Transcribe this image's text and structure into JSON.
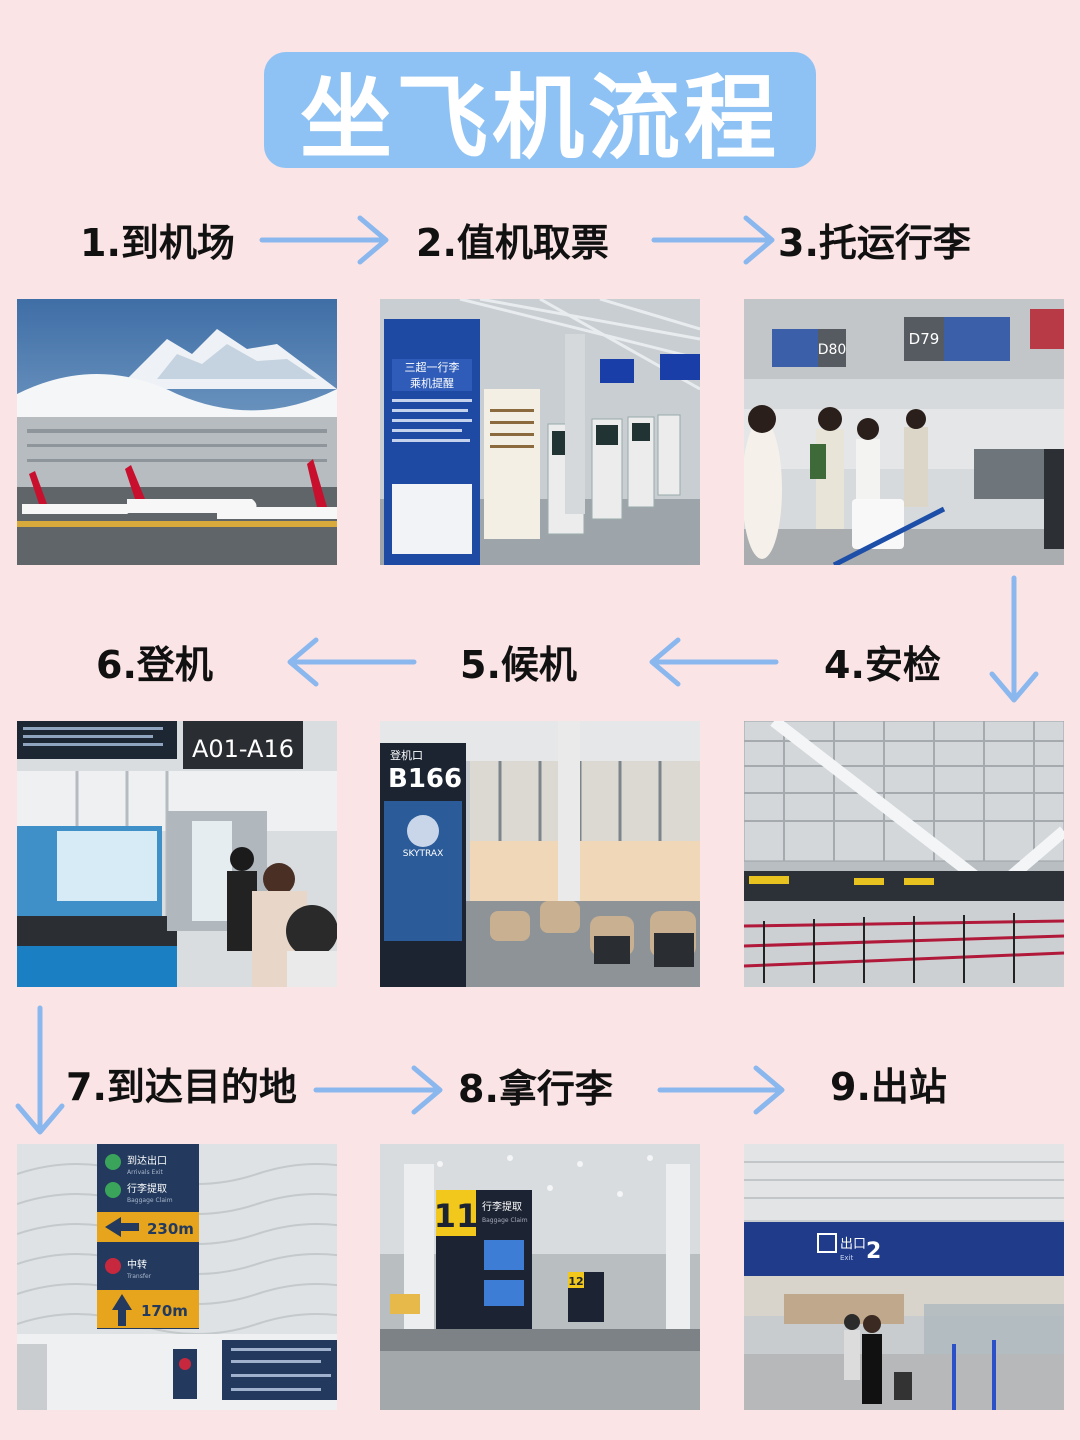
{
  "title": "坐飞机流程",
  "colors": {
    "background": "#fbe4e6",
    "title_box": "#8ec2f4",
    "arrow": "#8ab8ee"
  },
  "steps": [
    {
      "label": "1.到机场"
    },
    {
      "label": "2.值机取票"
    },
    {
      "label": "3.托运行李"
    },
    {
      "label": "4.安检"
    },
    {
      "label": "5.候机"
    },
    {
      "label": "6.登机"
    },
    {
      "label": "7.到达目的地"
    },
    {
      "label": "8.拿行李"
    },
    {
      "label": "9.出站"
    }
  ],
  "photo_signs": {
    "checkin_notice": "三超一行李",
    "checkin_notice_sub": "乘机提醒",
    "checkin_counter_left": "D80",
    "checkin_counter_right": "D79",
    "boarding_gate_range": "A01-A16",
    "waiting_gate_label": "登机口",
    "waiting_gate": "B166",
    "waiting_ad": "SKYTRAX",
    "arrival_exit": "到达出口",
    "arrival_exit_en": "Arrivals Exit",
    "arrival_baggage": "行李提取",
    "arrival_baggage_en": "Baggage Claim",
    "arrival_distance_1": "230m",
    "arrival_transfer": "中转",
    "arrival_transfer_en": "Transfer",
    "arrival_distance_2": "170m",
    "baggage_carousel": "11",
    "baggage_claim": "行李提取",
    "baggage_claim_en": "Baggage Claim",
    "baggage_carousel_2": "12",
    "exit_label": "出口",
    "exit_label_en": "Exit",
    "exit_number": "2"
  }
}
